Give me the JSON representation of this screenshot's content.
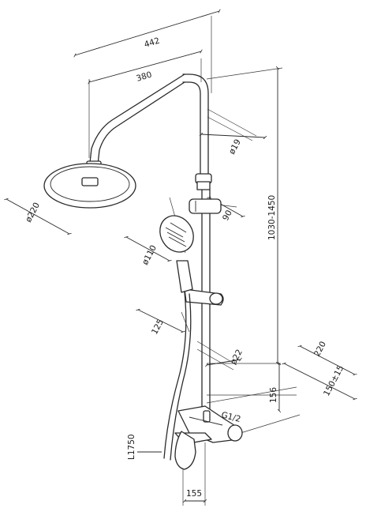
{
  "dimensions": {
    "width_total": "442",
    "width_arm": "380",
    "rain_head_diameter": "ø220",
    "pipe_diameter_top": "ø19",
    "hand_shower_diameter": "ø110",
    "holder_offset": "90",
    "height_range": "1030-1450",
    "slider_reach": "125",
    "pipe_diameter_bottom": "ø22",
    "wall_projection": "220",
    "mixer_depth": "150±15",
    "mixer_height": "156",
    "inlet_thread": "G1/2",
    "hose_length": "L1750",
    "spout_length": "155"
  },
  "colors": {
    "line": "#2a2a2a",
    "background": "#ffffff"
  }
}
